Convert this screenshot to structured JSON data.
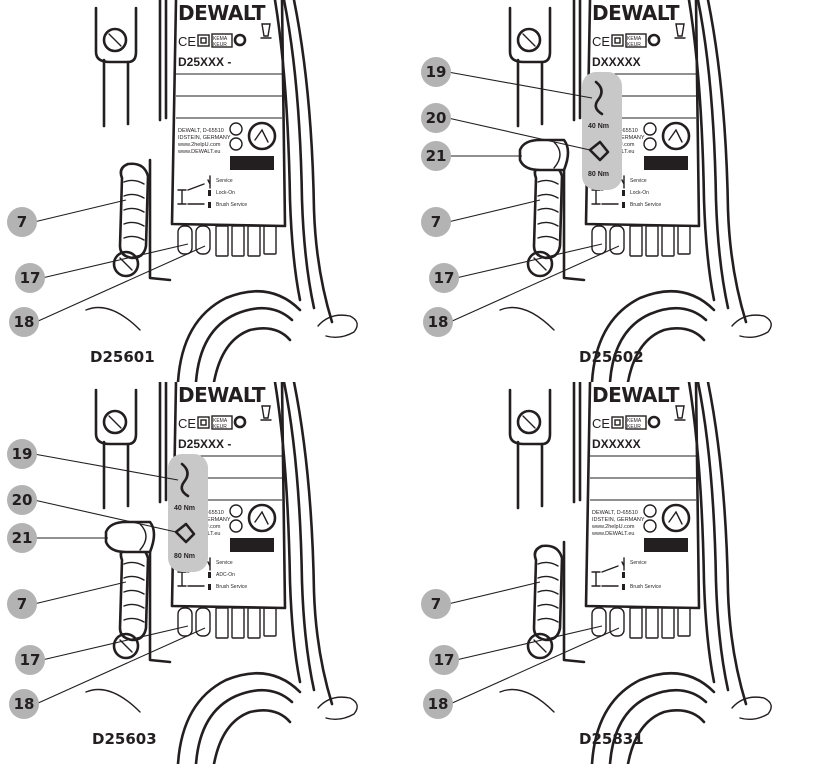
{
  "brand": "DEWALT",
  "ce_mark": "CE",
  "kema_top": "KEMA",
  "kema_bottom": "KEUR",
  "address": [
    "DEWALT, D-65510",
    "IDSTEIN, GERMANY",
    "www.2helpU.com",
    "www.DEWALT.eu"
  ],
  "status_labels": {
    "service": "Service",
    "lock_on": "Lock-On",
    "adc_on": "ADC-On",
    "brush_service": "Brush Service"
  },
  "torque": {
    "level_1": "40 Nm",
    "level_2": "80 Nm"
  },
  "panels": [
    {
      "caption": "D25601",
      "model_label": "D25XXX -",
      "callouts": [
        "7",
        "17",
        "18"
      ],
      "mode_label": "Lock-On"
    },
    {
      "caption": "D25602",
      "model_label": "DXXXXX",
      "callouts": [
        "19",
        "20",
        "21",
        "7",
        "17",
        "18"
      ],
      "mode_label": "Lock-On"
    },
    {
      "caption": "D25603",
      "model_label": "D25XXX -",
      "callouts": [
        "19",
        "20",
        "21",
        "7",
        "17",
        "18"
      ],
      "mode_label": "ADC-On"
    },
    {
      "caption": "D25831",
      "model_label": "DXXXXX",
      "callouts": [
        "7",
        "17",
        "18"
      ]
    }
  ]
}
